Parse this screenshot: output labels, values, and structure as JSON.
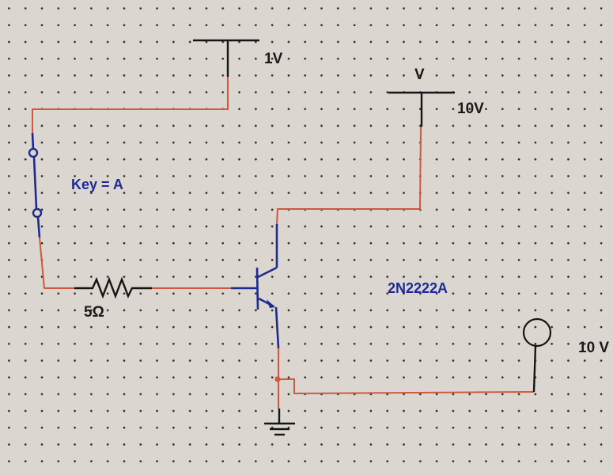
{
  "schematic": {
    "title": "BJT switch circuit",
    "colors": {
      "background": "#dcd6d0",
      "grid_dot": "#2a2a2a",
      "wire_red": "#d3563f",
      "wire_blue": "#1f2a8f",
      "component_black": "#151515",
      "label_blue": "#1d2a9a",
      "label_black": "#1a1a1a"
    },
    "components": {
      "vcc_base": {
        "label": "1V"
      },
      "vcc_collector": {
        "name_label": "V",
        "value_label": "10V"
      },
      "switch": {
        "label": "Key = A"
      },
      "resistor": {
        "label": "5Ω"
      },
      "transistor": {
        "label": "2N2222A"
      },
      "probe": {
        "label": "10 V"
      },
      "ground": {
        "label": ""
      }
    }
  }
}
